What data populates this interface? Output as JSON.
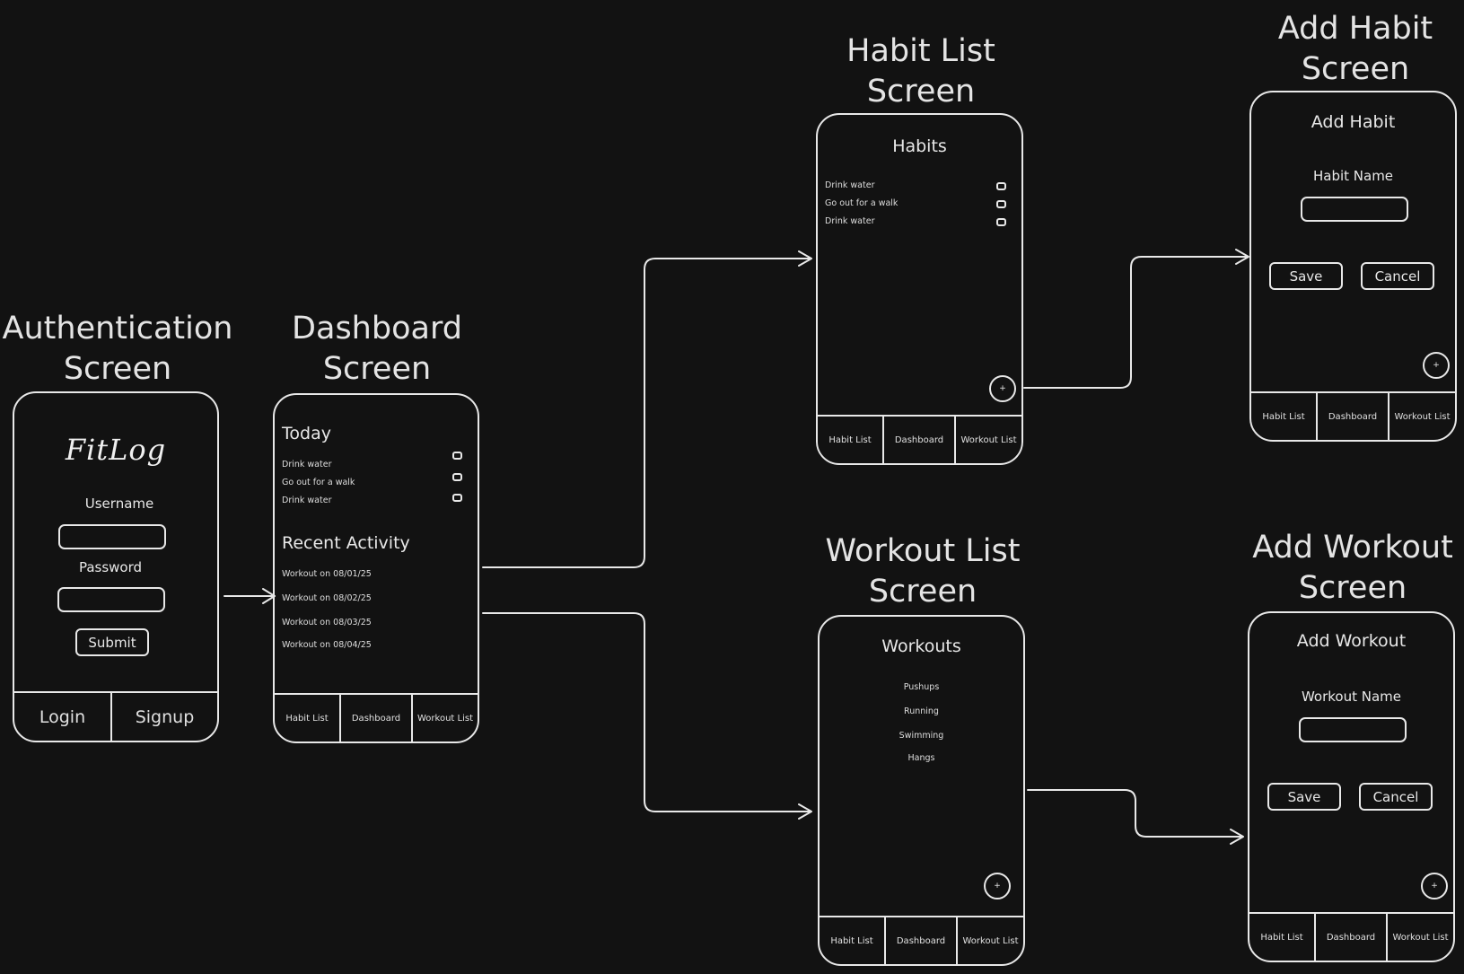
{
  "colors": {
    "background": "#121212",
    "stroke": "#e8e8e8",
    "text": "#e6e6e6"
  },
  "headings": {
    "auth": [
      "Authentication",
      "Screen"
    ],
    "dashboard": [
      "Dashboard",
      "Screen"
    ],
    "habit_list": [
      "Habit List",
      "Screen"
    ],
    "add_habit": [
      "Add Habit",
      "Screen"
    ],
    "workout_list": [
      "Workout List",
      "Screen"
    ],
    "add_workout": [
      "Add Workout",
      "Screen"
    ]
  },
  "auth": {
    "logo": "FitLog",
    "username_label": "Username",
    "password_label": "Password",
    "submit_label": "Submit",
    "tabs": [
      "Login",
      "Signup"
    ]
  },
  "nav_tabs": [
    "Habit List",
    "Dashboard",
    "Workout List"
  ],
  "dashboard": {
    "today_title": "Today",
    "habits": [
      "Drink water",
      "Go out for a walk",
      "Drink water"
    ],
    "recent_title": "Recent Activity",
    "activity": [
      "Workout on 08/01/25",
      "Workout on 08/02/25",
      "Workout on 08/03/25",
      "Workout on 08/04/25"
    ]
  },
  "habit_list": {
    "title": "Habits",
    "items": [
      "Drink water",
      "Go out for a walk",
      "Drink water"
    ],
    "fab_icon": "plus-icon",
    "fab_label": "+"
  },
  "add_habit": {
    "title": "Add Habit",
    "field_label": "Habit Name",
    "save_label": "Save",
    "cancel_label": "Cancel",
    "fab_label": "+"
  },
  "workout_list": {
    "title": "Workouts",
    "items": [
      "Pushups",
      "Running",
      "Swimming",
      "Hangs"
    ],
    "fab_label": "+"
  },
  "add_workout": {
    "title": "Add Workout",
    "field_label": "Workout Name",
    "save_label": "Save",
    "cancel_label": "Cancel",
    "fab_label": "+"
  }
}
